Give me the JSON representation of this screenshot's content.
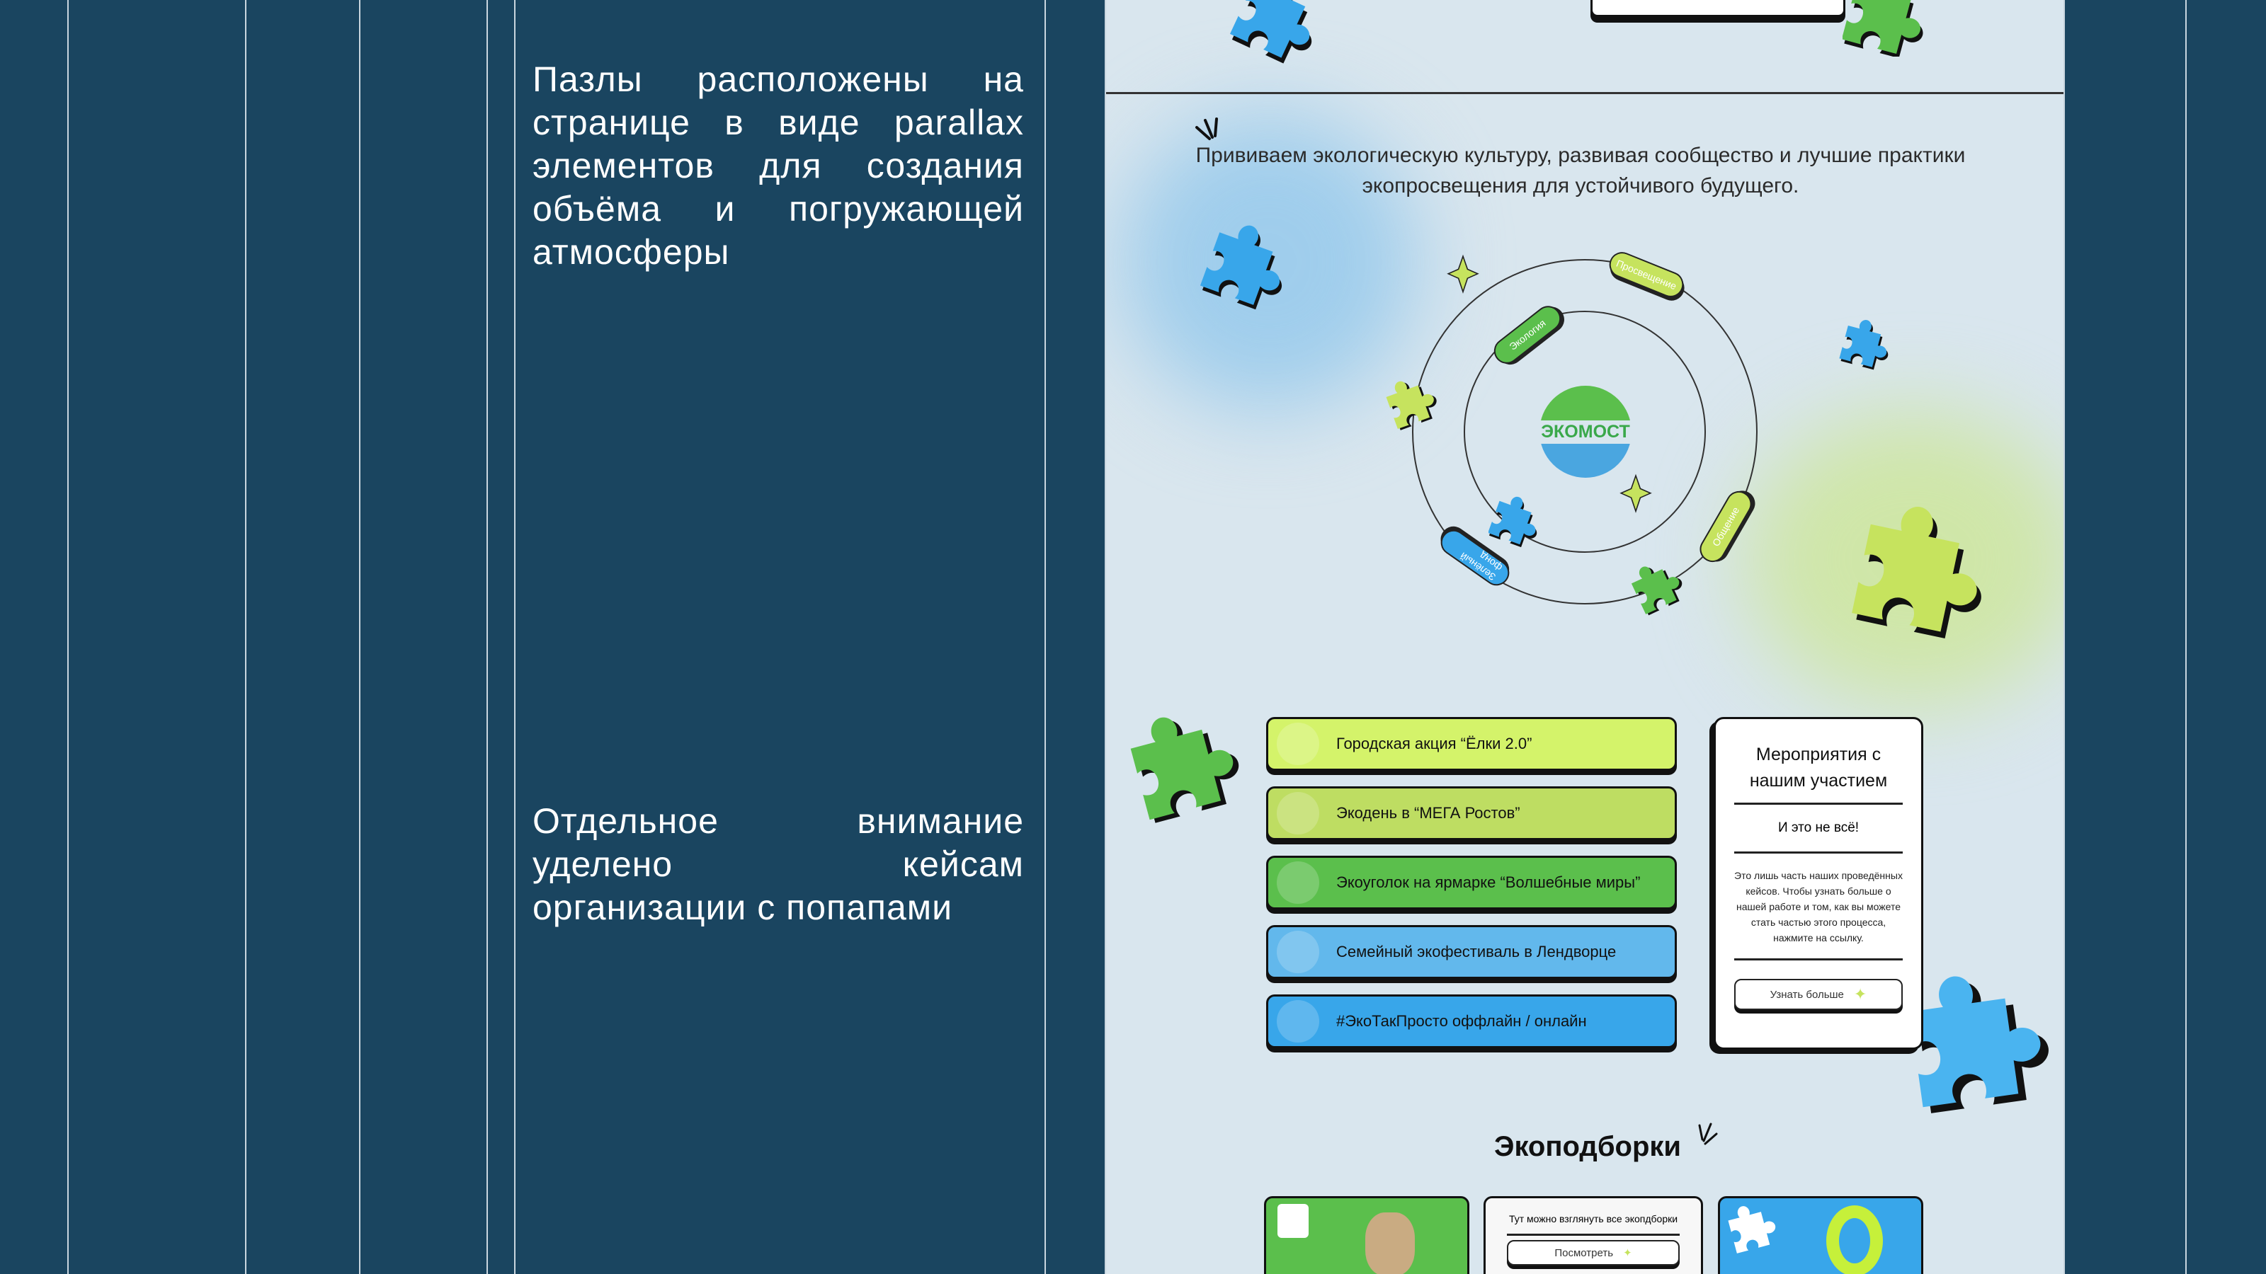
{
  "slide": {
    "text1": "Пазлы расположены на странице в виде parallax элементов для создания объёма и погружающей атмосферы",
    "text2": "Отдельное внимание уделено кейсам организации с попапами"
  },
  "site": {
    "subtitle": "Прививаем экологическую культуру, развивая сообщество и лучшие практики экопросвещения для устойчивого будущего.",
    "logo": "ЭКОМОСТ",
    "pills": [
      "Просвещение",
      "Экология",
      "Общение",
      "Зелёный фонд"
    ],
    "cases": [
      {
        "label": "Городская акция “Ёлки 2.0”",
        "color": "#d4f36a"
      },
      {
        "label": "Экодень в “МЕГА Ростов”",
        "color": "#bedd62"
      },
      {
        "label": "Экоуголок на ярмарке “Волшебные миры”",
        "color": "#5bbf4c"
      },
      {
        "label": "Семейный экофестиваль в Лендворце",
        "color": "#62b8ec"
      },
      {
        "label": "#ЭкоТакПросто оффлайн / онлайн",
        "color": "#38a6ea"
      }
    ],
    "card": {
      "title": "Мероприятия с нашим участием",
      "subtitle": "И это не всё!",
      "body": "Это лишь часть наших проведённых кейсов. Чтобы узнать больше о нашей работе и том, как вы можете стать частью этого процесса, нажмите на ссылку.",
      "button": "Узнать больше"
    },
    "section_title": "Экоподборки",
    "collection_card": {
      "text": "Тут можно взглянуть все экопдборки",
      "button": "Посмотреть"
    },
    "colors": {
      "blue": "#38a6ea",
      "green": "#5bbf4c",
      "lime": "#c6e35e"
    }
  }
}
